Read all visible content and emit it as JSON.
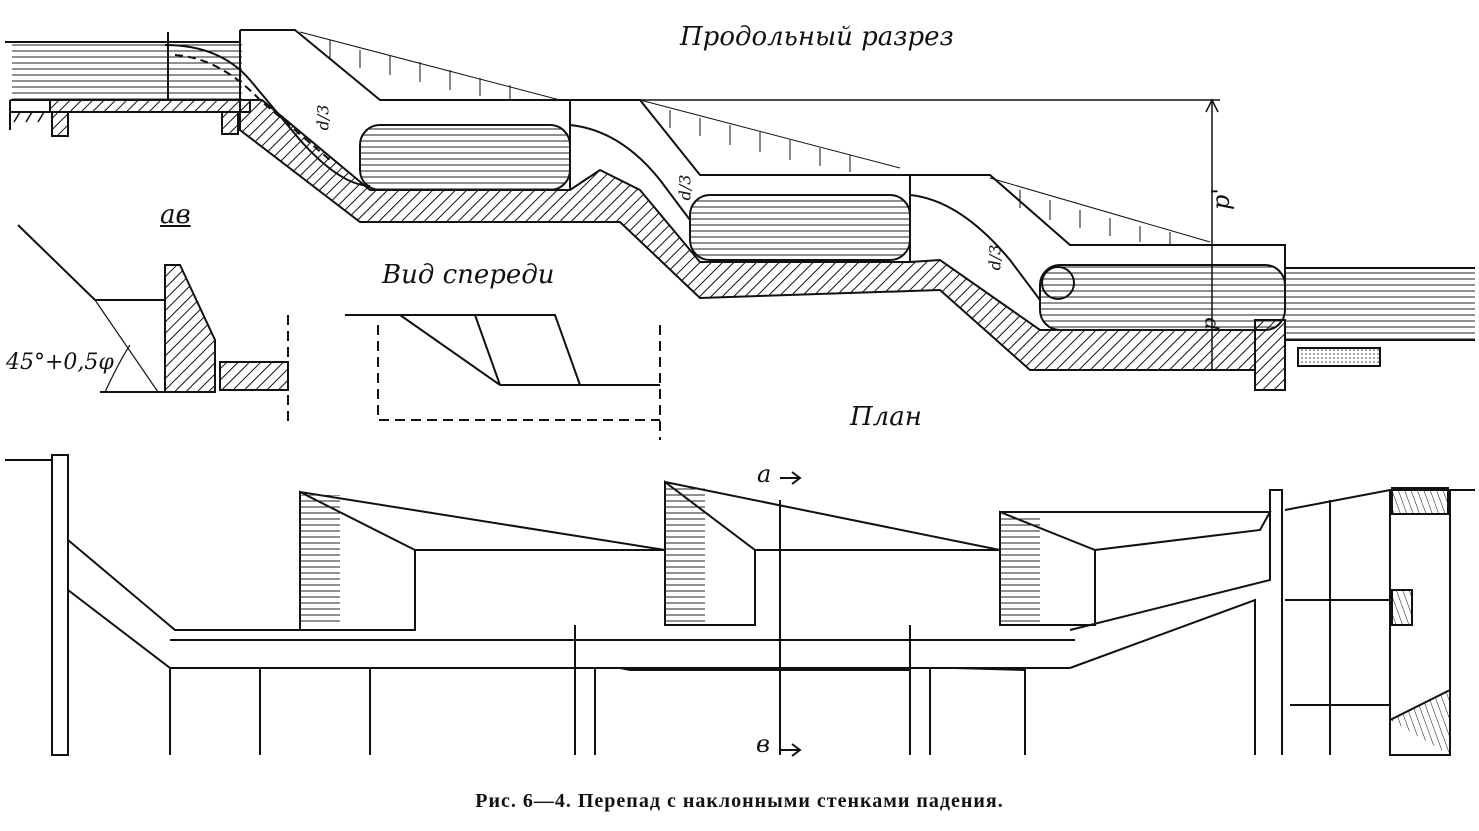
{
  "titles": {
    "longitudinal_section": "Продольный разрез",
    "front_view": "Вид спереди",
    "plan": "План",
    "section_ab": "ав"
  },
  "annotations": {
    "angle": "45°+0,5φ",
    "p_prime": "p'",
    "p": "p",
    "d_over_3": "d/3",
    "mark_a": "а",
    "mark_b": "в"
  },
  "caption": "Рис. 6—4. Перепад с наклонными стенками падения."
}
